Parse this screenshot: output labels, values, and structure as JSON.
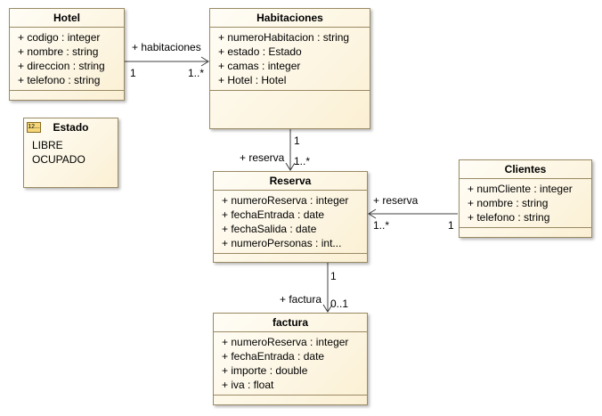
{
  "classes": {
    "hotel": {
      "name": "Hotel",
      "attributes": [
        "+ codigo : integer",
        "+ nombre : string",
        "+ direccion : string",
        "+ telefono : string"
      ]
    },
    "habitaciones": {
      "name": "Habitaciones",
      "attributes": [
        "+ numeroHabitacion : string",
        "+ estado : Estado",
        "+ camas : integer",
        "+ Hotel : Hotel"
      ]
    },
    "reserva": {
      "name": "Reserva",
      "attributes": [
        "+ numeroReserva : integer",
        "+ fechaEntrada : date",
        "+ fechaSalida : date",
        "+ numeroPersonas : int..."
      ]
    },
    "clientes": {
      "name": "Clientes",
      "attributes": [
        "+ numCliente : integer",
        "+ nombre : string",
        "+ telefono : string"
      ]
    },
    "factura": {
      "name": "factura",
      "attributes": [
        "+ numeroReserva : integer",
        "+ fechaEntrada : date",
        "+ importe : double",
        "+ iva : float"
      ]
    }
  },
  "enumeration": {
    "name": "Estado",
    "icon_text": "12...",
    "literals": [
      "LIBRE",
      "OCUPADO"
    ]
  },
  "associations": {
    "hotel_habitaciones": {
      "role": "+ habitaciones",
      "source_mult": "1",
      "target_mult": "1..*"
    },
    "habitaciones_reserva": {
      "role": "+ reserva",
      "source_mult": "1",
      "target_mult": "1..*"
    },
    "clientes_reserva": {
      "role": "+ reserva",
      "source_mult": "1",
      "target_mult": "1..*"
    },
    "reserva_factura": {
      "role": "+ factura",
      "source_mult": "1",
      "target_mult": "0..1"
    }
  }
}
